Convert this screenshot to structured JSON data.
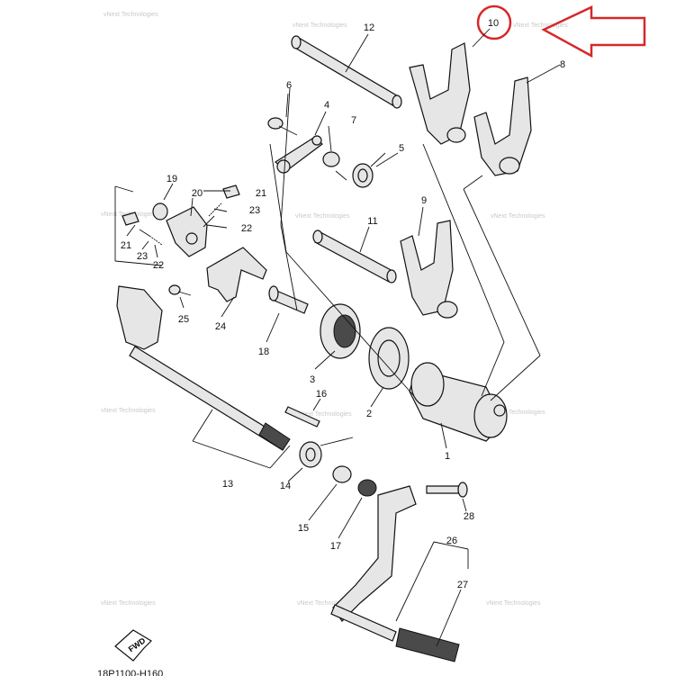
{
  "diagram": {
    "labels": {
      "p1": "1",
      "p2": "2",
      "p3": "3",
      "p4": "4",
      "p5": "5",
      "p6": "6",
      "p7": "7",
      "p8": "8",
      "p9": "9",
      "p10": "10",
      "p11": "11",
      "p12": "12",
      "p13": "13",
      "p14": "14",
      "p15": "15",
      "p16": "16",
      "p17": "17",
      "p18": "18",
      "p19": "19",
      "p20": "20",
      "p21a": "21",
      "p21b": "21",
      "p22a": "22",
      "p22b": "22",
      "p23a": "23",
      "p23b": "23",
      "p24": "24",
      "p25": "25",
      "p26": "26",
      "p27": "27",
      "p28": "28"
    },
    "watermark_text": "vNext Technologies",
    "fwd_label": "FWD",
    "footer_code": "18P1100-H160",
    "highlight_color": "#d62828"
  }
}
